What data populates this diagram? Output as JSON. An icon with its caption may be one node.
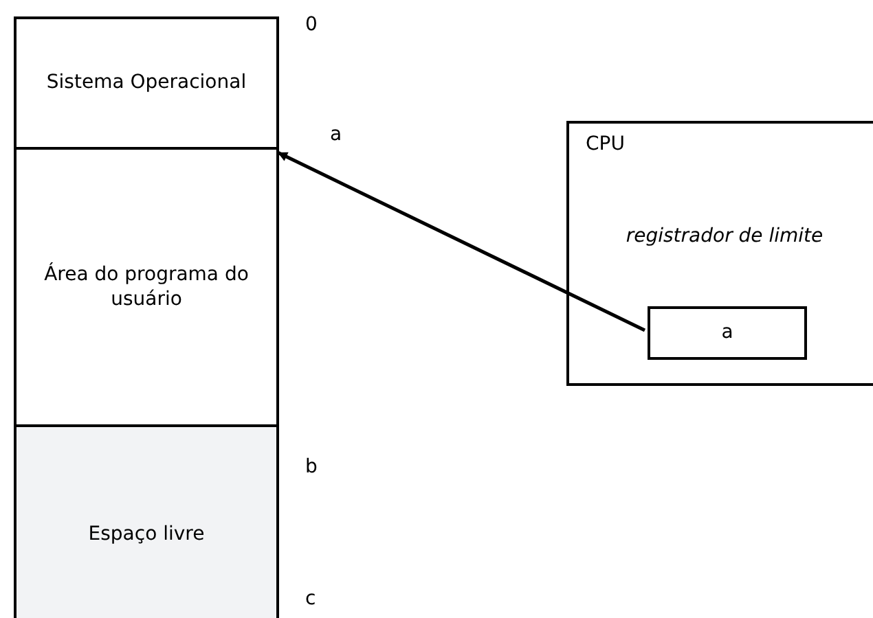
{
  "diagram": {
    "nodes": [
      {
        "text": [
          "Sistema Operacional"
        ]
      },
      {
        "text": [
          "Área do programa do usuário"
        ]
      },
      {
        "text": [
          "Espaço livre"
        ]
      },
      {
        "text": [
          "CPU"
        ]
      },
      {
        "text": [
          "a"
        ],
        "in": 3,
        "beside": [
          "registrador de limite"
        ]
      }
    ],
    "edges": [
      {
        "from": 4,
        "to": 1,
        "arrow": "to"
      }
    ],
    "labels": [
      "0",
      "a",
      "b",
      "c"
    ]
  }
}
